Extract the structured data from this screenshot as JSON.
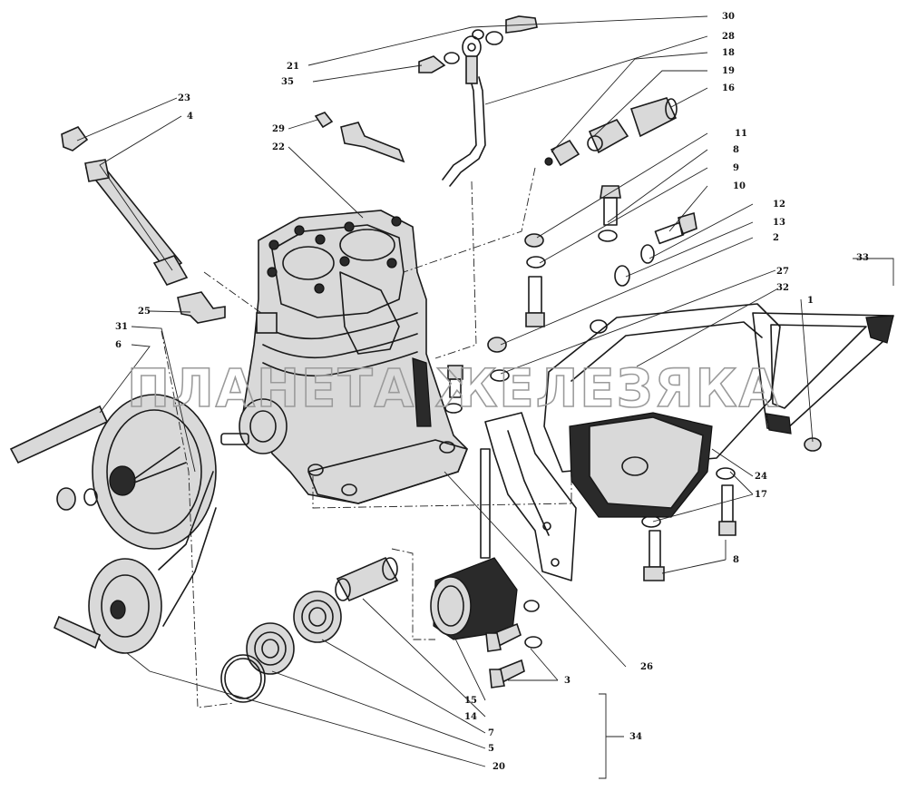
{
  "watermark": "ПЛАНЕТА ЖЕЛЕЗЯКА",
  "callouts": [
    "30",
    "28",
    "18",
    "19",
    "16",
    "21",
    "35",
    "29",
    "22",
    "23",
    "4",
    "11",
    "8",
    "9",
    "10",
    "12",
    "13",
    "2",
    "33",
    "27",
    "32",
    "1",
    "25",
    "31",
    "6",
    "24",
    "17",
    "8",
    "3",
    "26",
    "15",
    "14",
    "7",
    "5",
    "34",
    "20"
  ],
  "colors": {
    "ink": "#1a1a1a",
    "watermark": "#9a9a9a",
    "background": "#ffffff"
  }
}
